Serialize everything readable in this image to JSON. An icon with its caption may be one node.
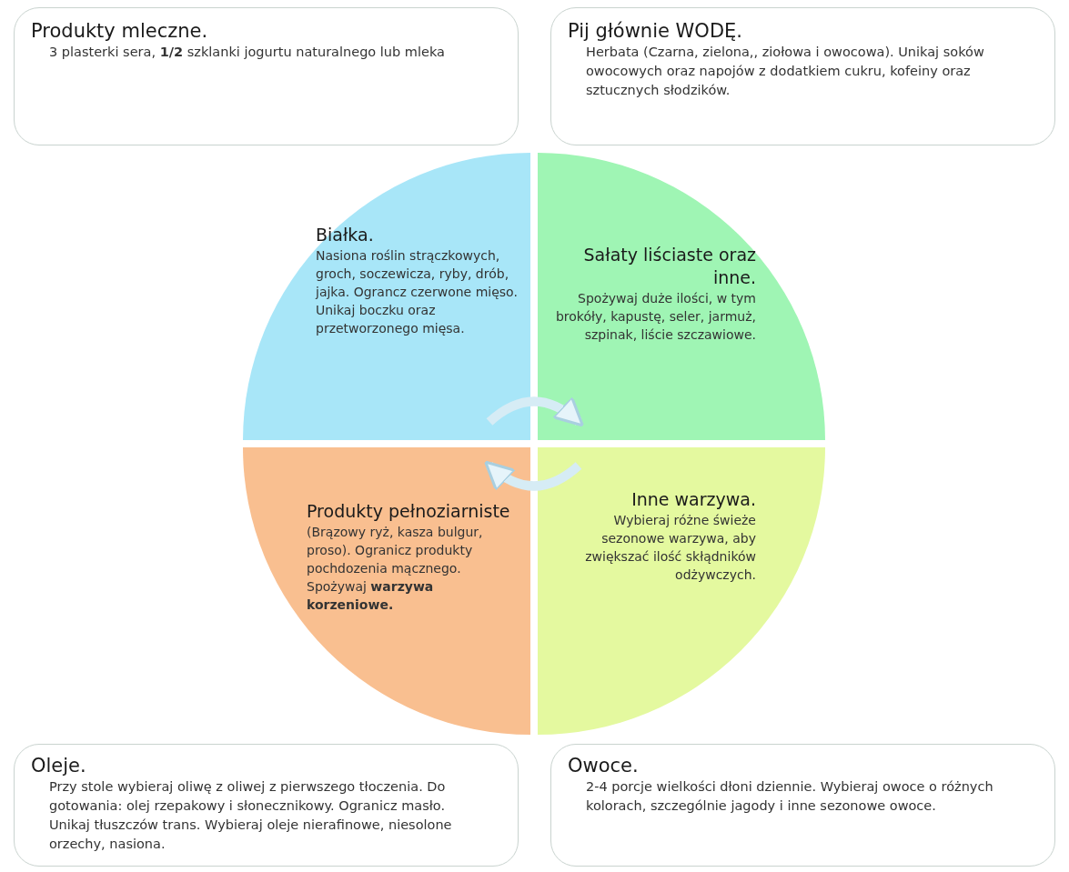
{
  "diagram": {
    "nodes": [
      {
        "text": [
          "Produkty mleczne.",
          "3 plasterki sera, **1/2** szklanki jogurtu naturalnego lub mleka"
        ]
      },
      {
        "text": [
          "Pij głównie WODĘ.",
          "Herbata (Czarna, zielona,, ziołowa i owocowa). Unikaj soków owocowych oraz napojów z dodatkiem cukru, kofeiny oraz sztucznych słodzików."
        ]
      },
      {
        "text": [
          "Białka.",
          "Nasiona roślin strączkowych, groch, soczewicza, ryby, drób, jajka. Ograncz czerwone mięso. Unikaj boczku oraz przetworzonego mięsa."
        ]
      },
      {
        "text": [
          "Sałaty liściaste oraz inne.",
          "Spożywaj duże ilości, w tym brokóły, kapustę, seler, jarmuż, szpinak, liście szczawiowe."
        ]
      },
      {
        "text": [
          "Produkty pełnoziarniste",
          "(Brązowy ryż, kasza bulgur, proso). Ogranicz produkty pochdozenia mącznego. Spożywaj **warzywa korzeniowe.**"
        ]
      },
      {
        "text": [
          "Inne warzywa.",
          "Wybieraj różne świeże sezonowe warzywa, aby zwiększać ilość skłądników odżywczych."
        ]
      },
      {
        "text": [
          "Oleje.",
          "Przy stole wybieraj oliwę z oliwej z pierwszego tłoczenia. Do gotowania: olej rzepakowy i słonecznikowy. Ogranicz masło. Unikaj tłuszczów trans. Wybieraj oleje nierafinowe, niesolone orzechy, nasiona."
        ]
      },
      {
        "text": [
          "Owoce.",
          "2-4 porcje wielkości dłoni dziennie. Wybieraj owoce o różnych kolorach, szczególnie jagody i inne sezonowe owoce."
        ]
      }
    ],
    "edges": [
      {
        "from": 2,
        "to": 3,
        "arrow": "to"
      },
      {
        "from": 5,
        "to": 4,
        "arrow": "to"
      }
    ]
  }
}
